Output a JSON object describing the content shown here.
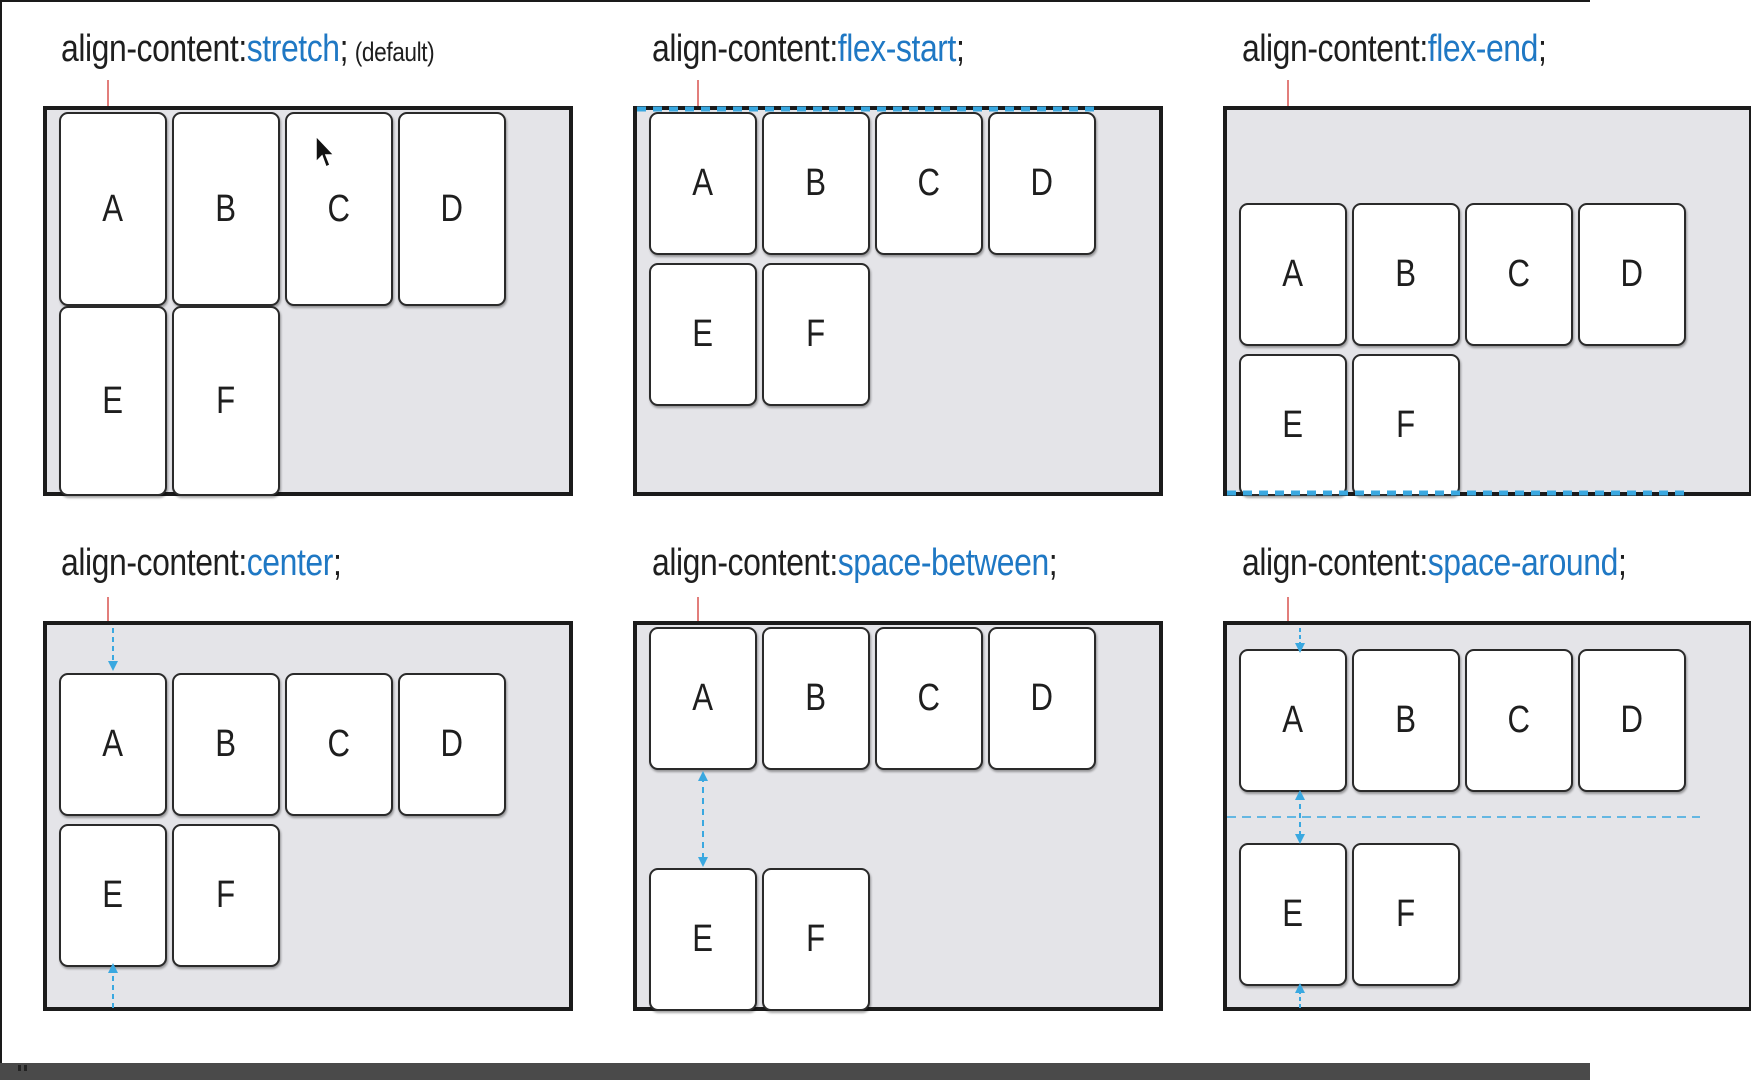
{
  "property": "align-content:",
  "panels": [
    {
      "value": "stretch",
      "semicolon": ";",
      "note": "(default)",
      "items": [
        "A",
        "B",
        "C",
        "D",
        "E",
        "F"
      ]
    },
    {
      "value": "flex-start",
      "semicolon": ";",
      "note": "",
      "items": [
        "A",
        "B",
        "C",
        "D",
        "E",
        "F"
      ]
    },
    {
      "value": "flex-end",
      "semicolon": ";",
      "note": "",
      "items": [
        "A",
        "B",
        "C",
        "D",
        "E",
        "F"
      ]
    },
    {
      "value": "center",
      "semicolon": ";",
      "note": "",
      "items": [
        "A",
        "B",
        "C",
        "D",
        "E",
        "F"
      ]
    },
    {
      "value": "space-between",
      "semicolon": ";",
      "note": "",
      "items": [
        "A",
        "B",
        "C",
        "D",
        "E",
        "F"
      ]
    },
    {
      "value": "space-around",
      "semicolon": ";",
      "note": "",
      "items": [
        "A",
        "B",
        "C",
        "D",
        "E",
        "F"
      ]
    }
  ],
  "colors": {
    "accent_value": "#1f78c4",
    "guide_lines": "#3aa8e0",
    "callout_tick": "#d9534f",
    "container_fill": "#e4e4e8",
    "container_border": "#1b1b1b"
  },
  "icons": [
    "mouse-pointer-icon"
  ]
}
